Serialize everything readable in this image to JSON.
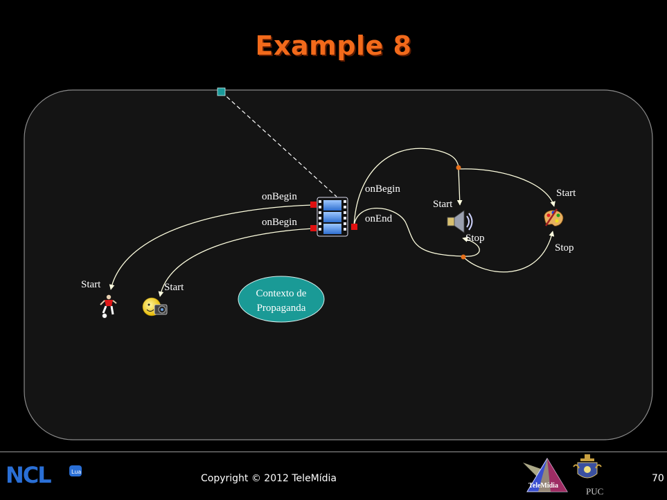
{
  "slide": {
    "title": "Example 8",
    "copyright": "Copyright © 2012 TeleMídia",
    "page_number": "70"
  },
  "diagram": {
    "context_label_line1": "Contexto de",
    "context_label_line2": "Propaganda",
    "labels": {
      "onbegin_left_top": "onBegin",
      "onbegin_left_bottom": "onBegin",
      "onbegin_right": "onBegin",
      "onend_right": "onEnd",
      "start_soccer": "Start",
      "start_camera": "Start",
      "start_speaker": "Start",
      "stop_speaker": "Stop",
      "start_palette": "Start",
      "stop_palette": "Stop"
    },
    "icons": {
      "video": "film-strip-icon",
      "soccer": "soccer-player-icon",
      "camera": "camera-smiley-icon",
      "speaker": "speaker-icon",
      "palette": "paint-palette-icon"
    },
    "colors": {
      "title": "#f26a1b",
      "link": "#ffffcc",
      "port": "#1a9a9a",
      "anchor": "#e01010",
      "bind_point": "#e8701a",
      "context_fill": "#1a9a96"
    }
  },
  "footer": {
    "logo_ncl": "NCL",
    "logo_ncl_badge": "Lua",
    "logo_telemidia": "TeleMídia",
    "logo_puc": "PUC"
  }
}
